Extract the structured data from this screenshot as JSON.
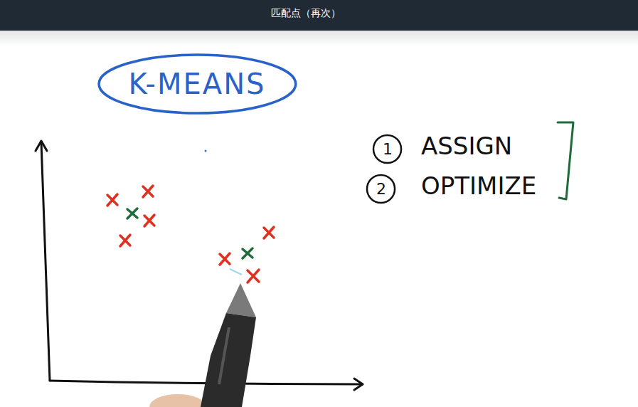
{
  "diagram": {
    "title": "匹配点（再次）",
    "nodes": [
      {
        "text": [
          "K-MEANS"
        ]
      },
      {
        "text": [
          "1"
        ]
      },
      {
        "text": [
          "2"
        ]
      }
    ],
    "labels": [
      "ASSIGN",
      "OPTIMIZE"
    ]
  }
}
